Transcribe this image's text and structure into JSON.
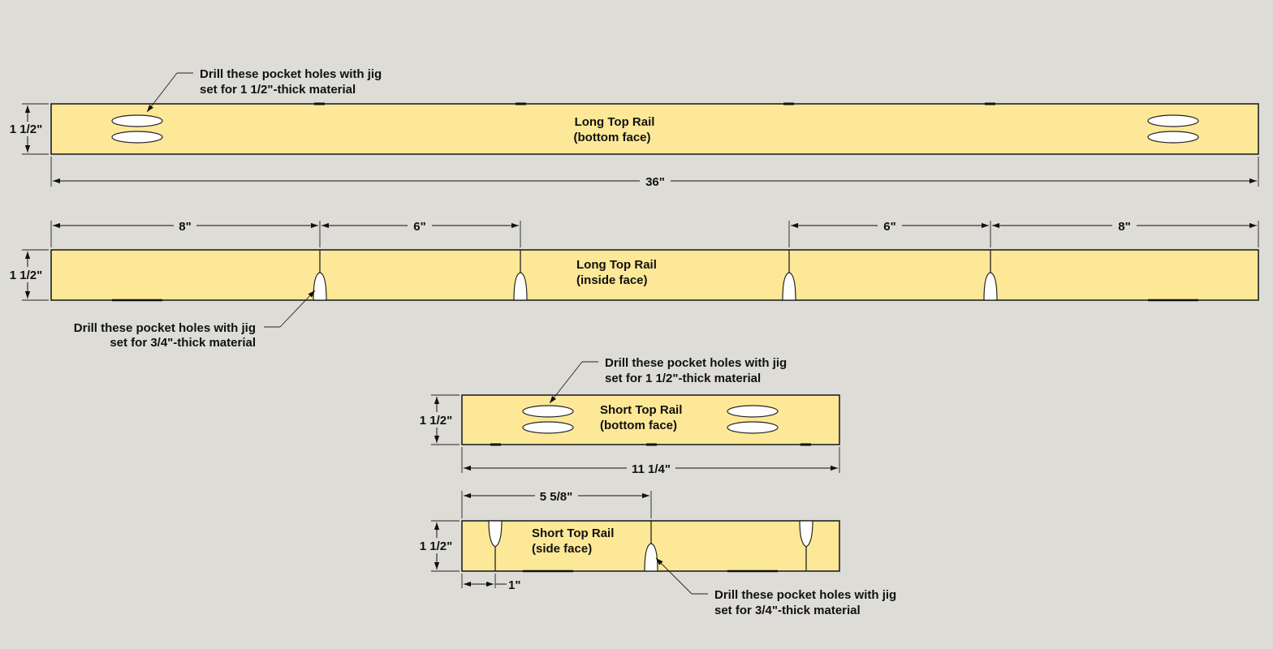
{
  "boards": {
    "long_bottom": {
      "title": "Long Top Rail",
      "face": "(bottom face)"
    },
    "long_inside": {
      "title": "Long Top Rail",
      "face": "(inside face)"
    },
    "short_bottom": {
      "title": "Short Top Rail",
      "face": "(bottom face)"
    },
    "short_side": {
      "title": "Short Top Rail",
      "face": "(side face)"
    }
  },
  "dimensions": {
    "height": "1 1/2\"",
    "long_length": "36\"",
    "spacing_8": "8\"",
    "spacing_6": "6\"",
    "short_length": "11 1/4\"",
    "short_center": "5 5/8\"",
    "short_offset": "1\""
  },
  "notes": {
    "thick_line1": "Drill these pocket holes with jig",
    "thick_line2": "set for 1 1/2\"-thick material",
    "thin_line1": "Drill these pocket holes with jig",
    "thin_line2": "set for 3/4\"-thick material"
  },
  "colors": {
    "wood": "#fde897",
    "background": "#dddcd7",
    "hole": "#ffffff"
  }
}
